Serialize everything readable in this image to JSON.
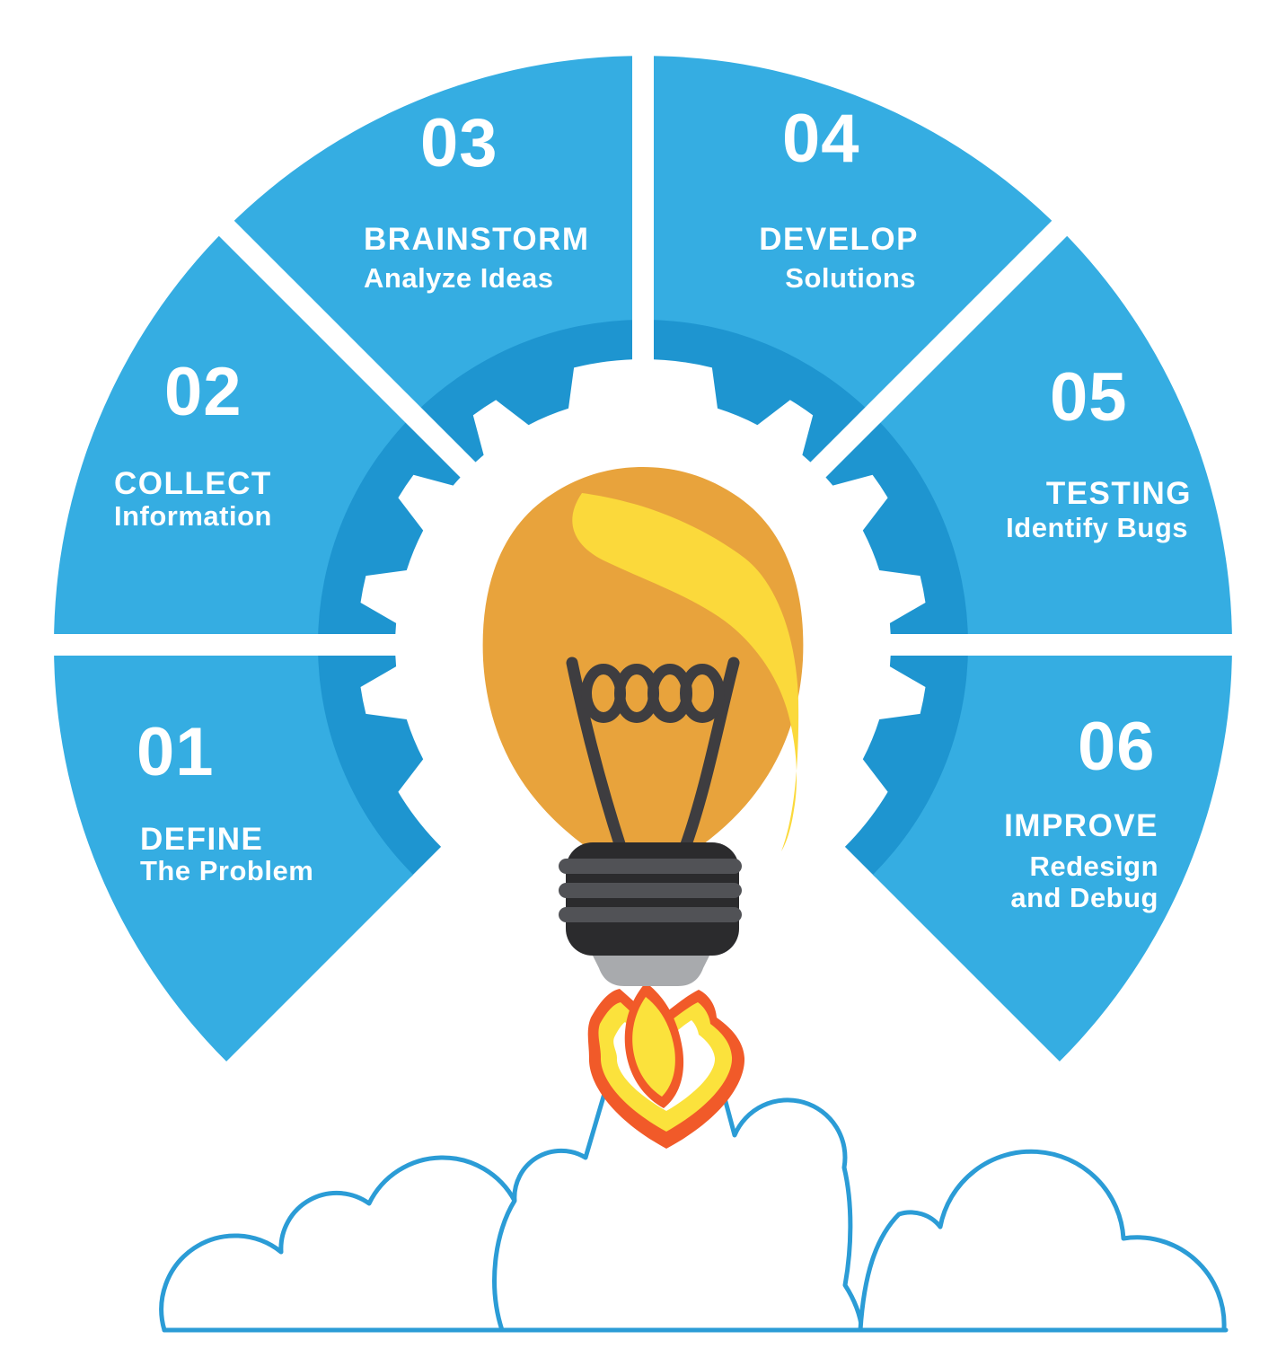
{
  "colors": {
    "segment_blue": "#35ADE2",
    "ring_blue": "#1E95D0",
    "cloud_stroke": "#2B9CD6",
    "bulb_gold": "#E8A33C",
    "bulb_highlight": "#FBD93B",
    "filament": "#3E3D40",
    "base_dark": "#2B2B2D",
    "base_stripe": "#515256",
    "base_tip": "#A8AAAD",
    "flame_orange": "#F15A29",
    "flame_yellow": "#FBE23C",
    "text": "#FFFFFF"
  },
  "icons": {
    "inner_ring": "gear-icon",
    "center_illustration": "lightbulb-rocket-icon",
    "bottom_illustration": "clouds-icon"
  },
  "steps": [
    {
      "number": "01",
      "title": "DEFINE",
      "sub1": "The Problem",
      "sub2": ""
    },
    {
      "number": "02",
      "title": "COLLECT",
      "sub1": "Information",
      "sub2": ""
    },
    {
      "number": "03",
      "title": "BRAINSTORM",
      "sub1": "Analyze Ideas",
      "sub2": ""
    },
    {
      "number": "04",
      "title": "DEVELOP",
      "sub1": "Solutions",
      "sub2": ""
    },
    {
      "number": "05",
      "title": "TESTING",
      "sub1": "Identify Bugs",
      "sub2": ""
    },
    {
      "number": "06",
      "title": "IMPROVE",
      "sub1": "Redesign",
      "sub2": "and Debug"
    }
  ]
}
